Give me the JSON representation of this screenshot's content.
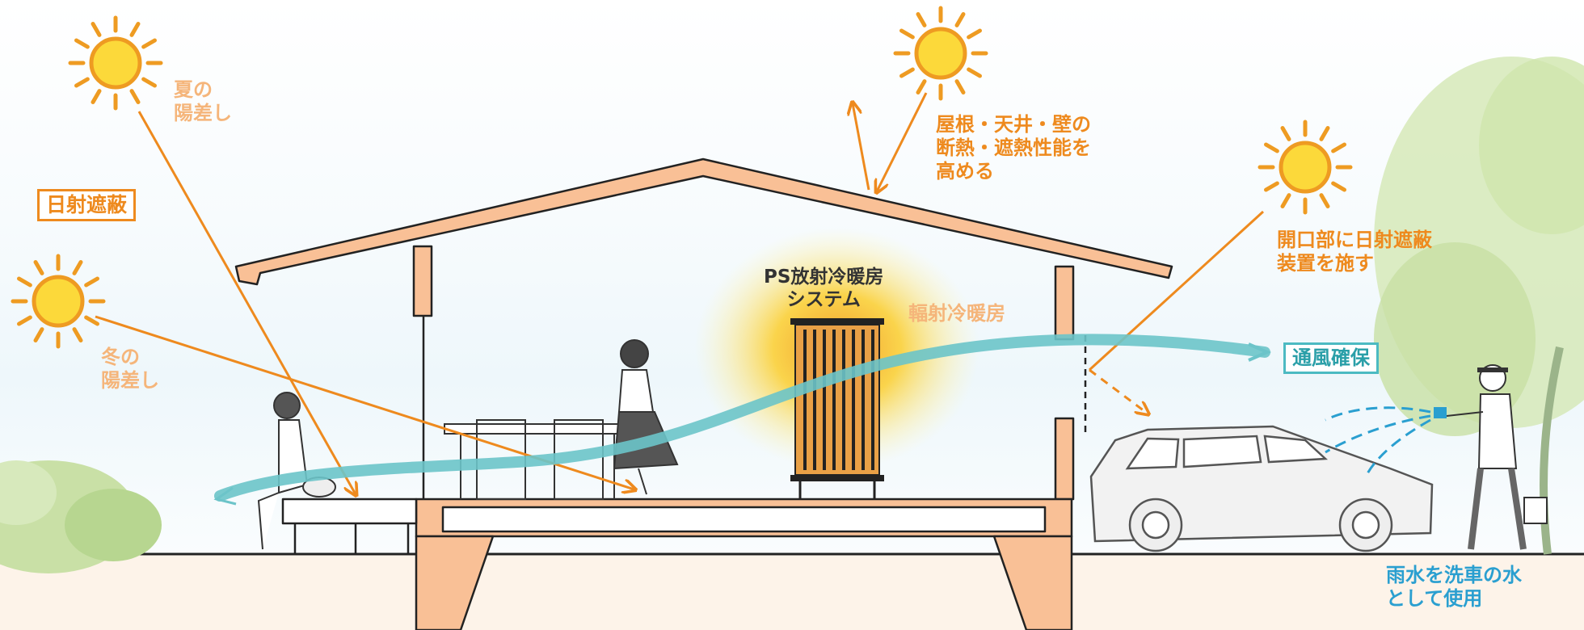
{
  "labels": {
    "summer_sun": "夏の\n陽差し",
    "winter_sun": "冬の\n陽差し",
    "solar_shading": "日射遮蔽",
    "insulation": "屋根・天井・壁の\n断熱・遮熱性能を\n高める",
    "opening_shading": "開口部に日射遮蔽\n装置を施す",
    "ps_system": "PS放射冷暖房\nシステム",
    "radiant": "輻射冷暖房",
    "ventilation": "通風確保",
    "rainwater": "雨水を洗車の水\nとして使用"
  },
  "colors": {
    "orange": "#ee8a1e",
    "light_orange": "#f5b57a",
    "wind": "#6cc4c9",
    "blue": "#2a9fd0",
    "house": "#f9c096",
    "sun": "#fcd93a"
  },
  "icons": [
    "sun-icon",
    "car-icon",
    "person-icon",
    "radiator-icon",
    "tree-icon",
    "bush-icon",
    "wind-arrow-icon"
  ]
}
